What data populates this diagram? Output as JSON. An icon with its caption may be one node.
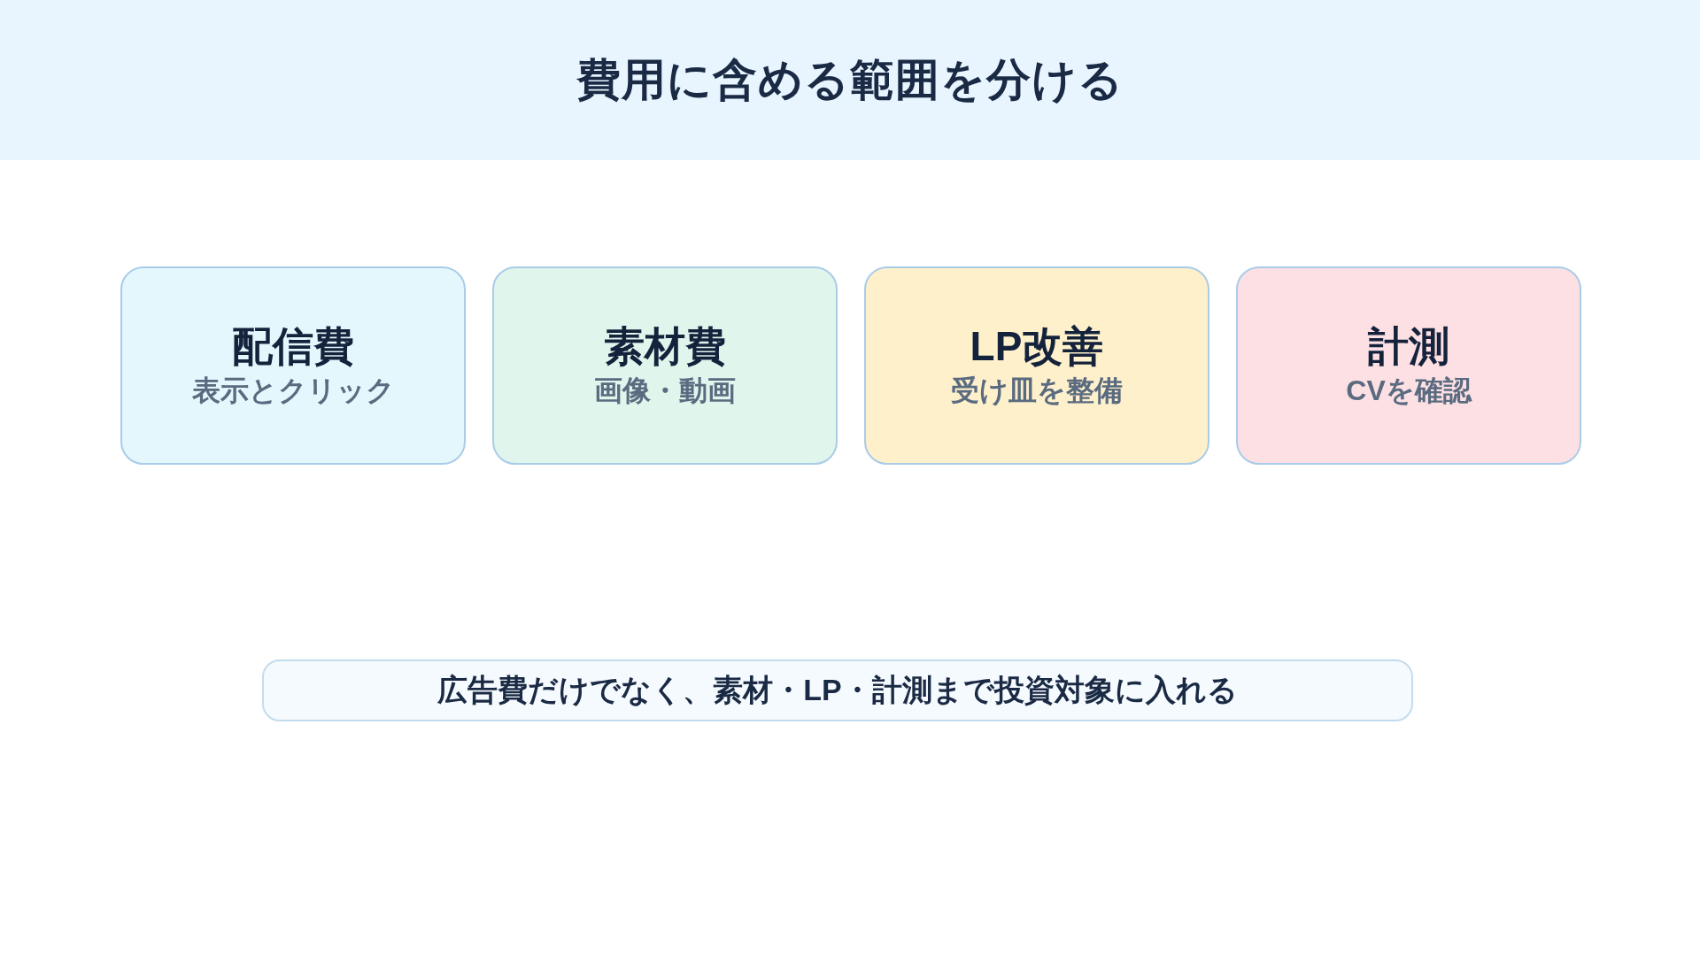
{
  "diagram": {
    "title": "費用に含める範囲を分ける",
    "nodes": [
      {
        "text": [
          "配信費",
          "表示とクリック"
        ]
      },
      {
        "text": [
          "素材費",
          "画像・動画"
        ]
      },
      {
        "text": [
          "LP改善",
          "受け皿を整備"
        ]
      },
      {
        "text": [
          "計測",
          "CVを確認"
        ]
      },
      {
        "text": [
          "広告費だけでなく、素材・LP・計測まで投資対象に入れる"
        ]
      }
    ]
  }
}
